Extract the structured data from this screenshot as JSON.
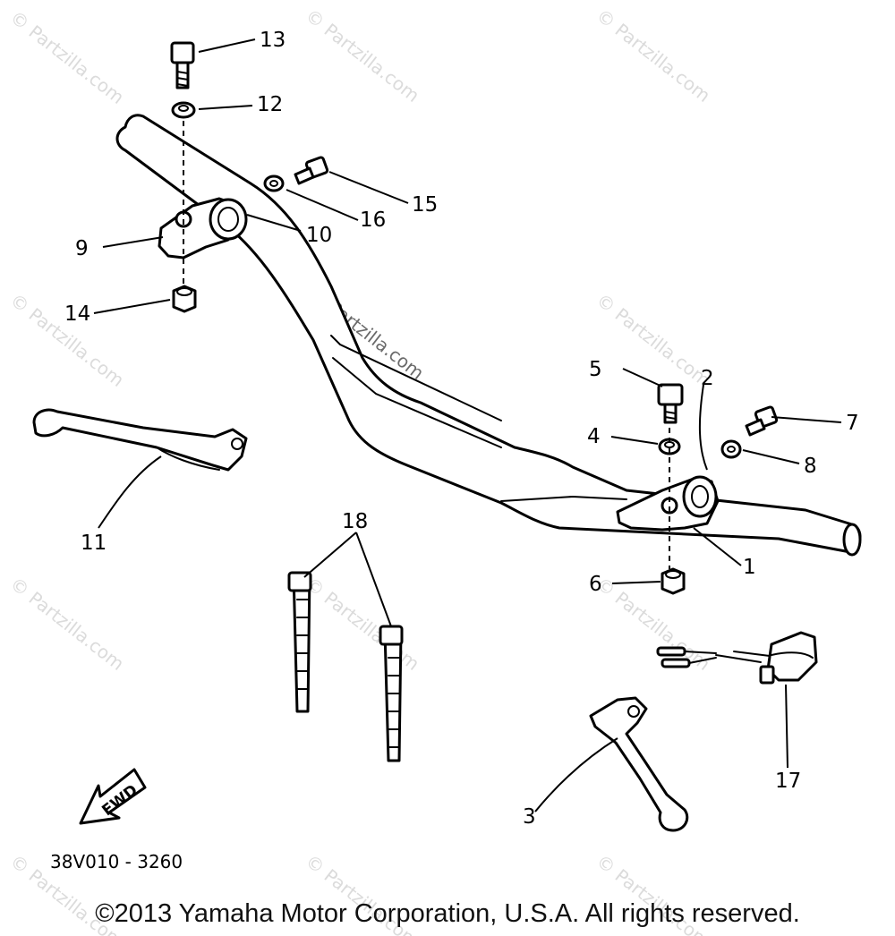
{
  "callouts": {
    "c1": "1",
    "c2": "2",
    "c3": "3",
    "c4": "4",
    "c5": "5",
    "c6": "6",
    "c7": "7",
    "c8": "8",
    "c9": "9",
    "c10": "10",
    "c11": "11",
    "c12": "12",
    "c13": "13",
    "c14": "14",
    "c15": "15",
    "c16": "16",
    "c17": "17",
    "c18": "18"
  },
  "fwd_label": "FWD",
  "diagram_code": "38V010 - 3260",
  "watermark": "© Partzilla.com",
  "copyright": "©2013 Yamaha Motor Corporation, U.S.A. All rights reserved.",
  "colors": {
    "ink": "#000000",
    "watermark": "#cfcfcf",
    "background": "#ffffff"
  }
}
